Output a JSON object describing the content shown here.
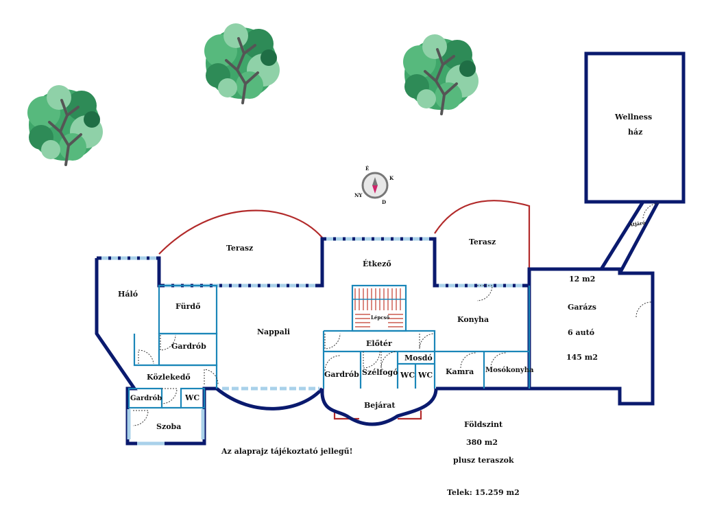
{
  "plan": {
    "rooms": {
      "halo": "Háló",
      "furdo": "Fürdő",
      "gardrob_bed": "Gardrób",
      "kozlekedo": "Közlekedő",
      "gardrob_small": "Gardrób",
      "wc_left": "WC",
      "szoba": "Szoba",
      "terasz_left": "Terasz",
      "nappali": "Nappali",
      "etkezo": "Étkező",
      "lepcso": "Lépcső",
      "eloter": "Előtér",
      "gardrob_entry": "Gardrób",
      "szelfogo": "Szélfogó",
      "mosdo": "Mosdó",
      "wc_1": "WC",
      "wc_2": "WC",
      "bejarat": "Bejárat",
      "terasz_right": "Terasz",
      "konyha": "Konyha",
      "kamra": "Kamra",
      "mosokonyha": "Mosókonyha",
      "garazs": "Garázs",
      "garazs_cap": "6 autó",
      "garazs_area": "145 m2",
      "passage_area": "12 m2",
      "atjaro": "Átjáró",
      "wellness_1": "Wellness",
      "wellness_2": "ház"
    },
    "compass": {
      "n": "É",
      "s": "D",
      "e": "K",
      "w": "NY"
    },
    "notes": {
      "disclaimer": "Az alaprajz tájékoztató jellegű!",
      "level": "Földszint",
      "area": "380 m2",
      "terraces": "plusz teraszok",
      "plot": "Telek: 15.259 m2"
    }
  },
  "colors": {
    "outer_wall": "#0a1a6e",
    "inner_wall": "#1a86b8",
    "window": "#a9d1ea",
    "terrace_outline": "#b22a2a",
    "stair": "#c0392b",
    "tree_dark": "#2e8b57",
    "tree_light": "#8fd1a8"
  }
}
